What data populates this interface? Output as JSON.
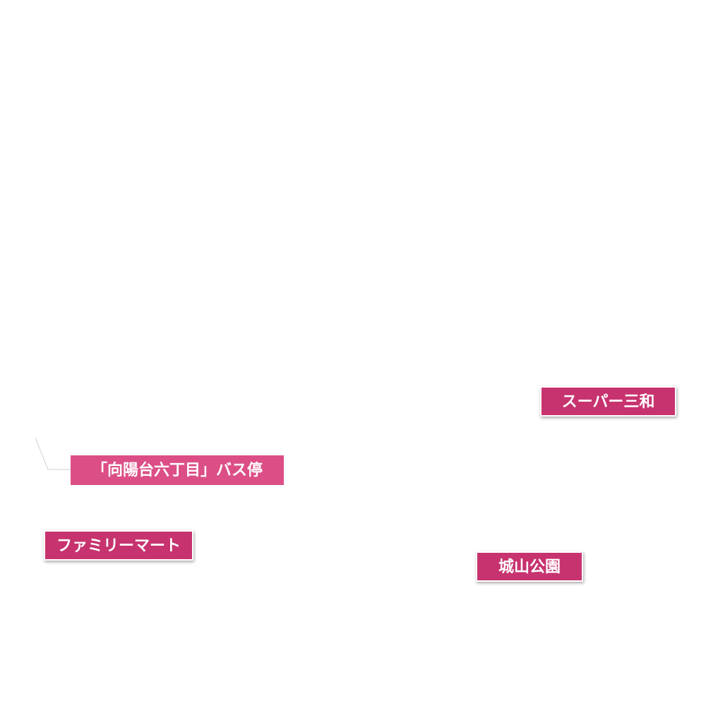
{
  "map": {
    "background_color": "#ffffff",
    "label_color": "#c7336f",
    "bus_label_color": "#dc4f86",
    "labels": {
      "super_sanwa": "スーパー三和",
      "bus_stop": "「向陽台六丁目」バス停",
      "family_mart": "ファミリーマート",
      "joyama_park": "城山公園"
    }
  }
}
